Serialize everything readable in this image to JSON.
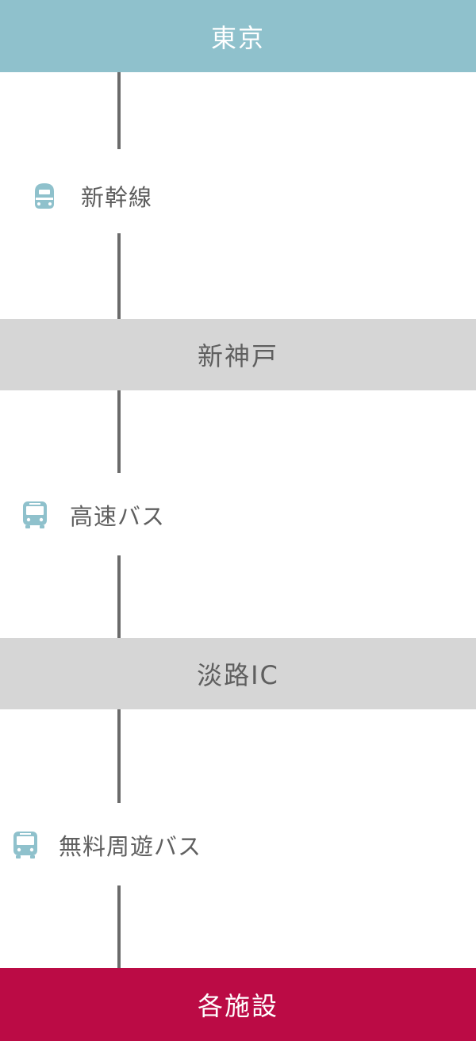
{
  "stations": {
    "start": "東京",
    "transfer1": "新神戸",
    "transfer2": "淡路IC",
    "end": "各施設"
  },
  "legs": [
    {
      "label": "新幹線",
      "icon": "shinkansen-icon"
    },
    {
      "label": "高速バス",
      "icon": "bus-icon"
    },
    {
      "label": "無料周遊バス",
      "icon": "bus-icon"
    }
  ],
  "colors": {
    "start_bg": "#8fc1cc",
    "transfer_bg": "#d6d6d6",
    "end_bg": "#bb0b45",
    "icon": "#8fc1cc",
    "line": "#6b6b6b"
  }
}
